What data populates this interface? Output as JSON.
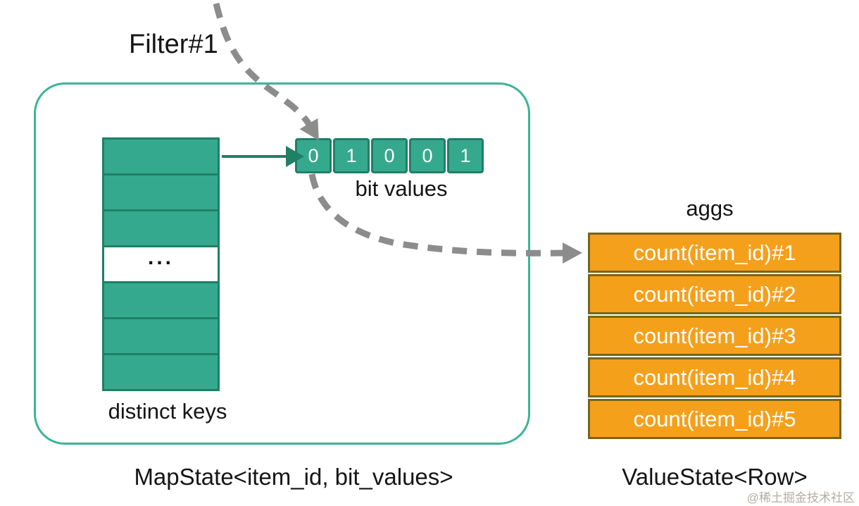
{
  "diagram": {
    "filter_label": "Filter#1",
    "map_state": {
      "caption": "MapState<item_id, bit_values>",
      "distinct_keys_label": "distinct keys",
      "ellipsis": "...",
      "bit_values_label": "bit values",
      "bit_cells": [
        "0",
        "1",
        "0",
        "0",
        "1"
      ]
    },
    "value_state": {
      "caption": "ValueState<Row>",
      "aggs_label": "aggs",
      "agg_cells": [
        "count(item_id)#1",
        "count(item_id)#2",
        "count(item_id)#3",
        "count(item_id)#4",
        "count(item_id)#5"
      ]
    },
    "watermark": "@稀土掘金技术社区"
  },
  "colors": {
    "teal_fill": "#35A98E",
    "teal_border": "#1F8066",
    "box_border": "#3BB498",
    "orange_fill": "#F5A01B",
    "orange_border": "#75661A",
    "dash_gray": "#8C8C8C",
    "text_black": "#151515",
    "watermark_gray": "#B3ADA8",
    "cell_text": "#FFFFFF"
  }
}
